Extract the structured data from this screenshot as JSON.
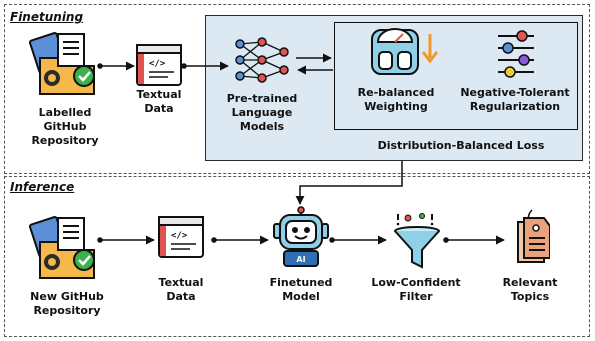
{
  "sections": {
    "finetuning": "Finetuning",
    "inference": "Inference"
  },
  "finetuning": {
    "labelled_repo": "Labelled\nGitHub\nRepository",
    "textual_data": "Textual\nData",
    "pretrained": "Pre-trained\nLanguage\nModels",
    "rebalanced": "Re-balanced\nWeighting",
    "negative_tolerant": "Negative-Tolerant\nRegularization",
    "dist_loss": "Distribution-Balanced Loss"
  },
  "inference": {
    "new_repo": "New GitHub\nRepository",
    "textual_data": "Textual\nData",
    "finetuned": "Finetuned\nModel",
    "filter": "Low-Confident\nFilter",
    "topics": "Relevant\nTopics"
  },
  "icons": {
    "code_glyph": "</>",
    "robot_badge": "AI"
  },
  "colors": {
    "panel_fill": "#dce8f2",
    "folder": "#f5b84a",
    "doc_blue": "#5b8fd6",
    "check": "#3cb04a",
    "code_red": "#e0554f",
    "robot": "#8fd0e8",
    "tag": "#e8a37c"
  }
}
